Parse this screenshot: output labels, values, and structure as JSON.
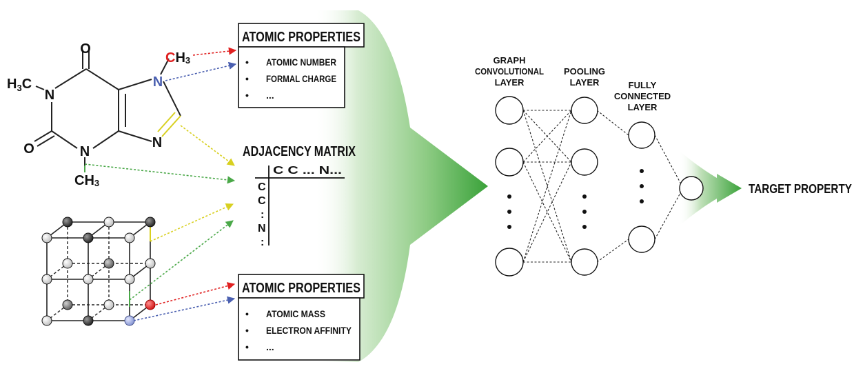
{
  "molecule": {
    "atoms": {
      "o_top": "O",
      "o_left": "O",
      "n1": "N",
      "n3": "N",
      "n7": "N",
      "n9": "N",
      "h3c_h": "H",
      "h3c_3": "3",
      "h3c_c": "C",
      "ch3_top_c": "C",
      "ch3_top_h": "H",
      "ch3_top_3": "3",
      "ch3_bot_c": "C",
      "ch3_bot_h": "H",
      "ch3_bot_3": "3"
    }
  },
  "props_top": {
    "title": "ATOMIC PROPERTIES",
    "items": [
      "ATOMIC NUMBER",
      "FORMAL CHARGE",
      "..."
    ]
  },
  "props_bottom": {
    "title": "ATOMIC PROPERTIES",
    "items": [
      "ATOMIC MASS",
      "ELECTRON AFFINITY",
      "..."
    ]
  },
  "bullet": "•",
  "adjacency": {
    "title": "ADJACENCY MATRIX",
    "header_row": "C C ... N...",
    "rows": [
      "C",
      "C",
      ":",
      "N",
      ":"
    ]
  },
  "network": {
    "graph_conv_label": [
      "GRAPH",
      "CONVOLUTIONAL",
      "LAYER"
    ],
    "pooling_label": [
      "POOLING",
      "LAYER"
    ],
    "fc_label": [
      "FULLY",
      "CONNECTED",
      "LAYER"
    ],
    "target": "TARGET PROPERTY"
  },
  "colors": {
    "red": "#e02020",
    "blue": "#4a5fb0",
    "yellow": "#d8d020",
    "green": "#4aa848",
    "arrow_green": "#3aa23a",
    "dark_atom": "#333333",
    "light_atom": "#e6e6e6"
  },
  "icons": [
    "red-atom-icon",
    "blue-atom-icon",
    "dark-atom-icon",
    "light-atom-icon"
  ]
}
